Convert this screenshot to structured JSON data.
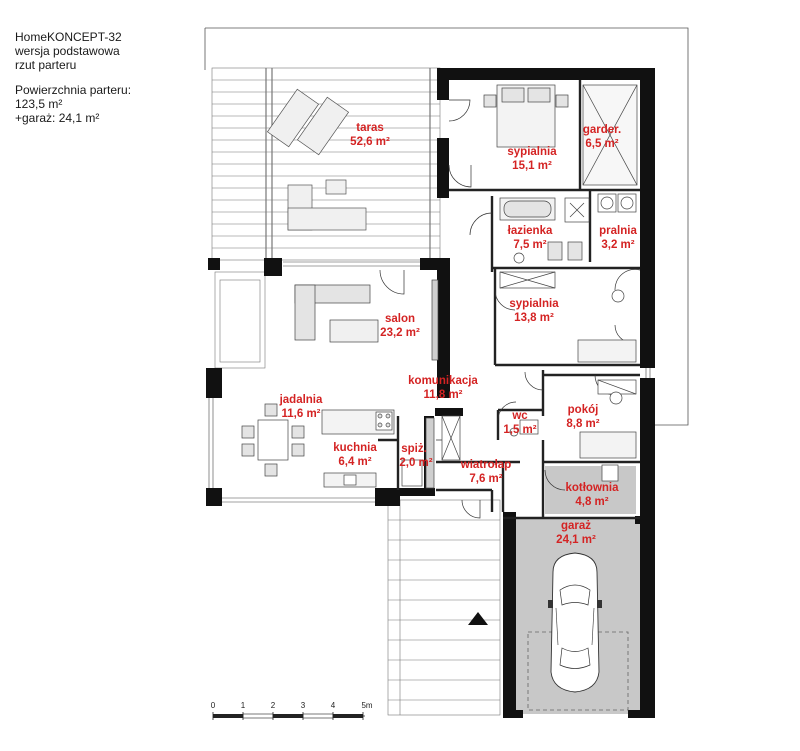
{
  "project": {
    "name": "HomeKONCEPT-32",
    "variant": "wersja podstawowa",
    "view": "rzut parteru"
  },
  "area_summary": {
    "label": "Powierzchnia parteru:",
    "floor_area": "123,5 m²",
    "garage_area": "+garaż: 24,1 m²"
  },
  "rooms": {
    "taras": {
      "name": "taras",
      "area": "52,6 m²"
    },
    "sypialnia1": {
      "name": "sypialnia",
      "area": "15,1 m²"
    },
    "garderoba": {
      "name": "garder.",
      "area": "6,5 m²"
    },
    "lazienka": {
      "name": "łazienka",
      "area": "7,5 m²"
    },
    "pralnia": {
      "name": "pralnia",
      "area": "3,2 m²"
    },
    "sypialnia2": {
      "name": "sypialnia",
      "area": "13,8 m²"
    },
    "salon": {
      "name": "salon",
      "area": "23,2 m²"
    },
    "komunikacja": {
      "name": "komunikacja",
      "area": "11,8 m²"
    },
    "jadalnia": {
      "name": "jadalnia",
      "area": "11,6 m²"
    },
    "wc": {
      "name": "wc",
      "area": "1,5 m²"
    },
    "pokoj": {
      "name": "pokój",
      "area": "8,8 m²"
    },
    "kuchnia": {
      "name": "kuchnia",
      "area": "6,4 m²"
    },
    "spizarnia": {
      "name": "spiż.",
      "area": "2,0 m²"
    },
    "wiatrolap": {
      "name": "wiatrołap",
      "area": "7,6 m²"
    },
    "kotlownia": {
      "name": "kotłownia",
      "area": "4,8 m²"
    },
    "garaz": {
      "name": "garaż",
      "area": "24,1 m²"
    }
  },
  "scale_bar": {
    "ticks": [
      "0",
      "1",
      "2",
      "3",
      "4",
      "5m"
    ]
  },
  "colors": {
    "wall": "#111111",
    "label": "#d42323",
    "garage_fill": "#c8c8c8",
    "boiler_fill": "#c8c8c8",
    "furniture_fill": "#e4e4e4"
  }
}
